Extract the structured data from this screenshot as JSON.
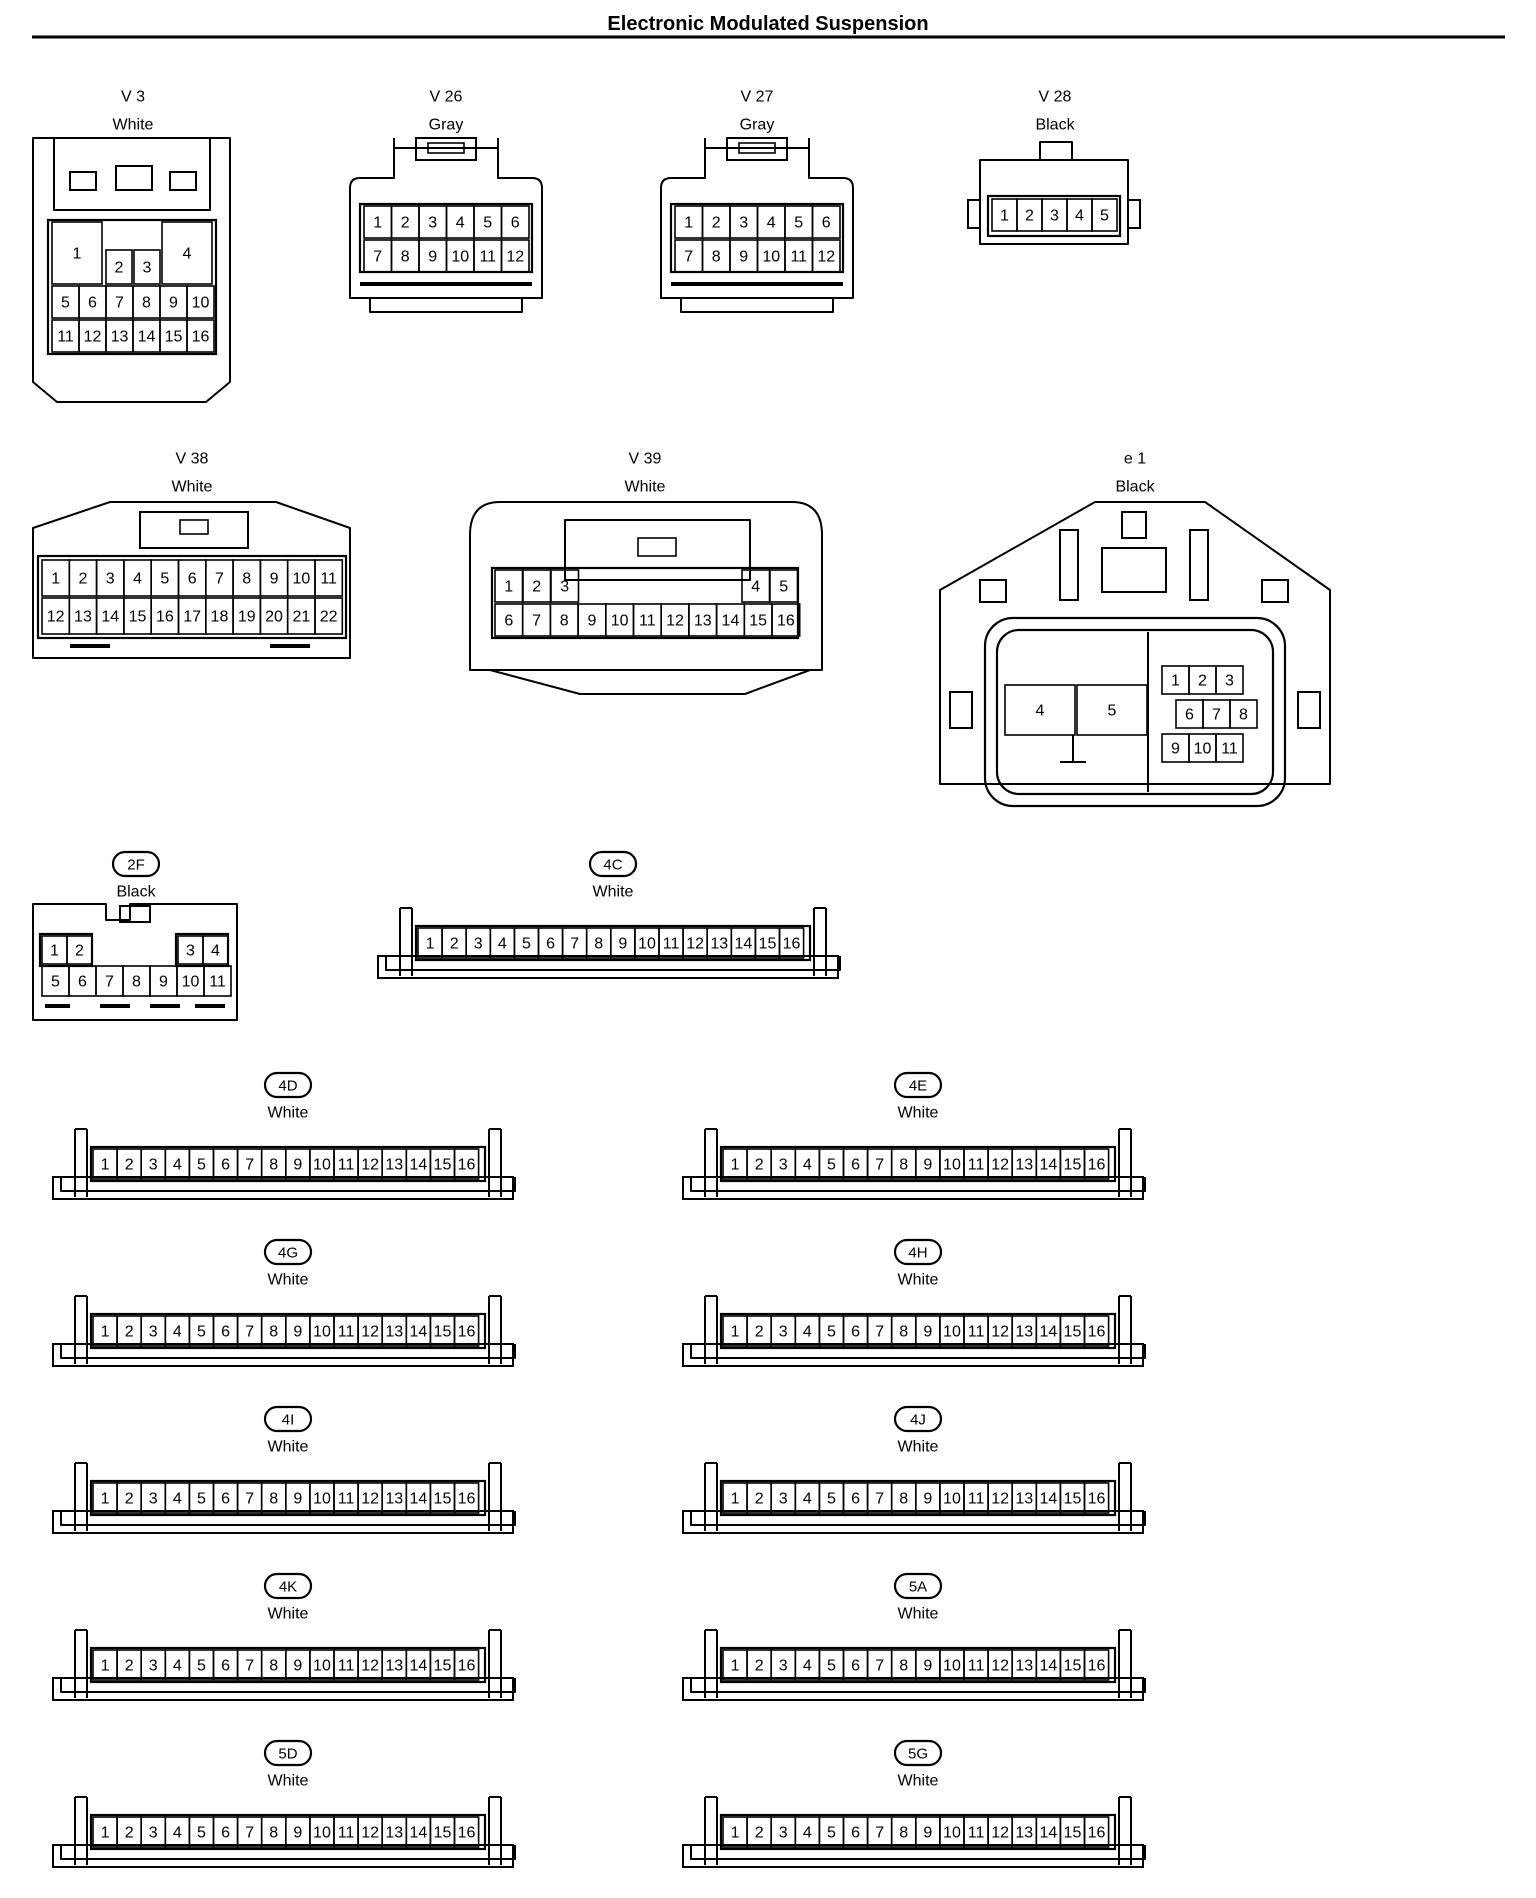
{
  "title": "Electronic Modulated Suspension",
  "connectors": {
    "v3": {
      "code": "V 3",
      "color": "White",
      "pins": [
        "1",
        "2",
        "3",
        "4",
        "5",
        "6",
        "7",
        "8",
        "9",
        "10",
        "11",
        "12",
        "13",
        "14",
        "15",
        "16"
      ]
    },
    "v26": {
      "code": "V 26",
      "color": "Gray",
      "pins": [
        "1",
        "2",
        "3",
        "4",
        "5",
        "6",
        "7",
        "8",
        "9",
        "10",
        "11",
        "12"
      ]
    },
    "v27": {
      "code": "V 27",
      "color": "Gray",
      "pins": [
        "1",
        "2",
        "3",
        "4",
        "5",
        "6",
        "7",
        "8",
        "9",
        "10",
        "11",
        "12"
      ]
    },
    "v28": {
      "code": "V 28",
      "color": "Black",
      "pins": [
        "1",
        "2",
        "3",
        "4",
        "5"
      ]
    },
    "v38": {
      "code": "V 38",
      "color": "White",
      "pins": [
        "1",
        "2",
        "3",
        "4",
        "5",
        "6",
        "7",
        "8",
        "9",
        "10",
        "11",
        "12",
        "13",
        "14",
        "15",
        "16",
        "17",
        "18",
        "19",
        "20",
        "21",
        "22"
      ]
    },
    "v39": {
      "code": "V 39",
      "color": "White",
      "pins": [
        "1",
        "2",
        "3",
        "4",
        "5",
        "6",
        "7",
        "8",
        "9",
        "10",
        "11",
        "12",
        "13",
        "14",
        "15",
        "16"
      ]
    },
    "e1": {
      "code": "e 1",
      "color": "Black",
      "pins": [
        "1",
        "2",
        "3",
        "4",
        "5",
        "6",
        "7",
        "8",
        "9",
        "10",
        "11"
      ]
    },
    "c2F": {
      "code": "2F",
      "color": "Black",
      "pins": [
        "1",
        "2",
        "3",
        "4",
        "5",
        "6",
        "7",
        "8",
        "9",
        "10",
        "11"
      ]
    }
  },
  "strip_pins": [
    "1",
    "2",
    "3",
    "4",
    "5",
    "6",
    "7",
    "8",
    "9",
    "10",
    "11",
    "12",
    "13",
    "14",
    "15",
    "16"
  ],
  "strips": [
    {
      "code": "4C",
      "color": "White"
    },
    {
      "code": "4D",
      "color": "White"
    },
    {
      "code": "4E",
      "color": "White"
    },
    {
      "code": "4G",
      "color": "White"
    },
    {
      "code": "4H",
      "color": "White"
    },
    {
      "code": "4I",
      "color": "White"
    },
    {
      "code": "4J",
      "color": "White"
    },
    {
      "code": "4K",
      "color": "White"
    },
    {
      "code": "5A",
      "color": "White"
    },
    {
      "code": "5D",
      "color": "White"
    },
    {
      "code": "5G",
      "color": "White"
    }
  ]
}
